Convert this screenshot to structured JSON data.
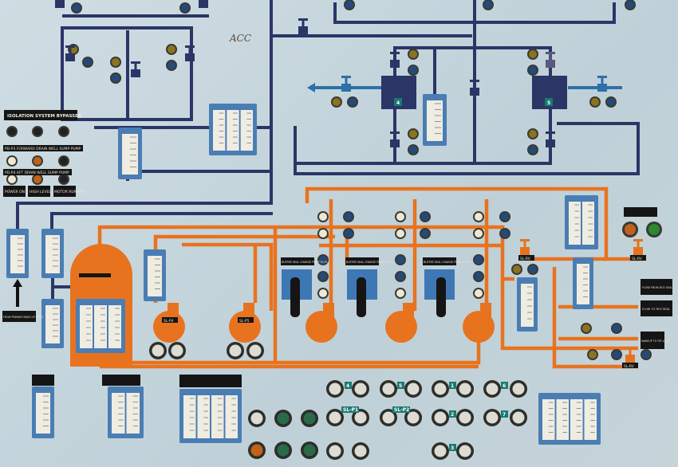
{
  "panel": {
    "handwritten_note": "ACC",
    "isolation_label": "ISOLATION SYSTEM BYPASSED",
    "forward_pump_label": "PD-P3 FORWARD DRAIN WELL SUMP PUMP",
    "aft_pump_label": "PD-P4 AFT DRAIN WELL SUMP PUMP",
    "indicators": [
      "POWER ON",
      "HIGH LEVEL",
      "MOTOR RUNNING"
    ],
    "from_primary_label": "FROM PRIMARY MAKE-UP PD-P2",
    "buffer_seal_labels": [
      "BUFFER SEAL CHARGE PUMP SL-P1",
      "BUFFER SEAL CHARGE PUMP SL-P2",
      "BUFFER SEAL CHARGE PUMP SL-P3"
    ],
    "pump_labels": [
      "SL-P4",
      "SL-P5"
    ],
    "valve_labels": [
      "SL-RV",
      "SL-RV",
      "SL-RV"
    ],
    "flow_from_label": "FLOW FROM RCS SEAL",
    "flow_to_label": "FLOW TO RCS SEAL",
    "makeup_label": "MAKEUP TO P/S LOOP",
    "tank_numbers": [
      "4",
      "5"
    ],
    "button_numbers": [
      "4",
      "5",
      "1",
      "6",
      "2",
      "7",
      "3"
    ],
    "button_tags": [
      "SL-P1",
      "SL-P2"
    ]
  },
  "colors": {
    "panel": "#c7d5dc",
    "navy_pipe": "#2b3566",
    "orange_pipe": "#e8731e",
    "meter_frame": "#4a7db3"
  }
}
